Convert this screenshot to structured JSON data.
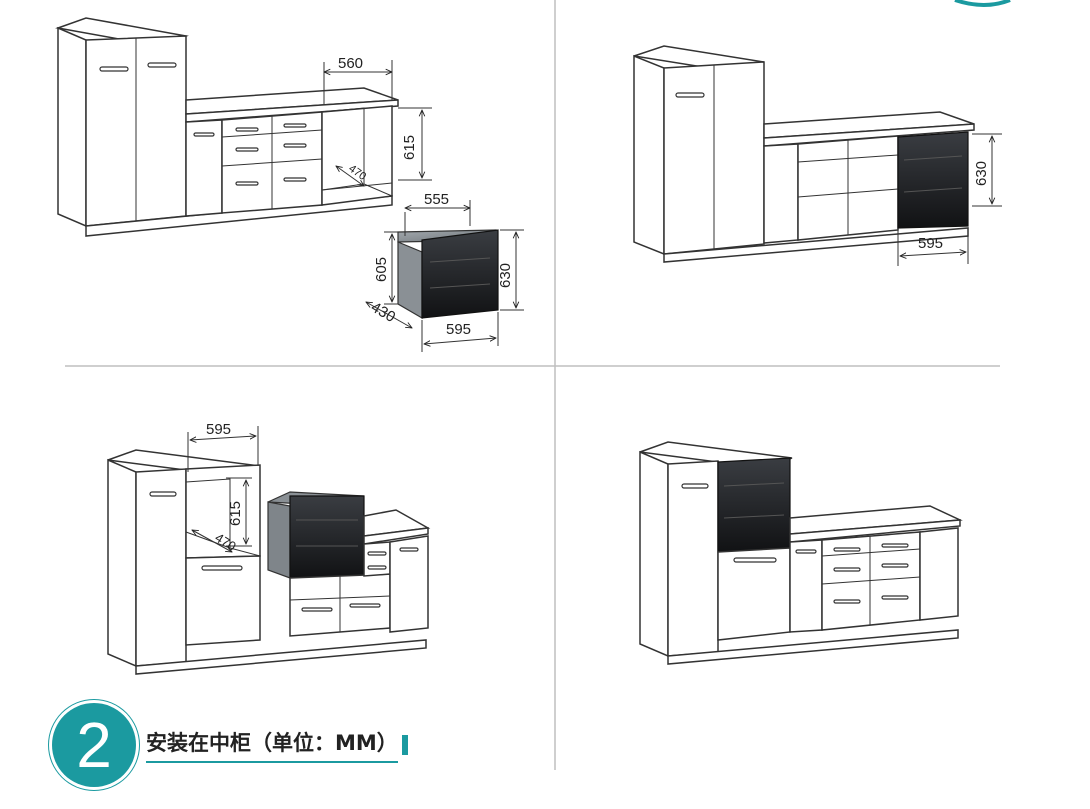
{
  "colors": {
    "accent": "#1b9aa0",
    "appliance_dark": "#1d1f22",
    "appliance_gray": "#8e9499",
    "line": "#333333"
  },
  "quadrant_top_left": {
    "dim_niche_width": "560",
    "dim_niche_height": "615",
    "dim_niche_depth": "470",
    "dim_unit_top_width": "555",
    "dim_unit_body_height": "605",
    "dim_unit_panel_height": "630",
    "dim_unit_depth": "430",
    "dim_unit_panel_width": "595"
  },
  "quadrant_top_right": {
    "dim_height": "630",
    "dim_width": "595"
  },
  "quadrant_bottom_left": {
    "dim_niche_width": "595",
    "dim_niche_height": "615",
    "dim_niche_depth": "470"
  },
  "caption": {
    "step_number": "2",
    "title": "安装在中柜（单位：MM）"
  }
}
